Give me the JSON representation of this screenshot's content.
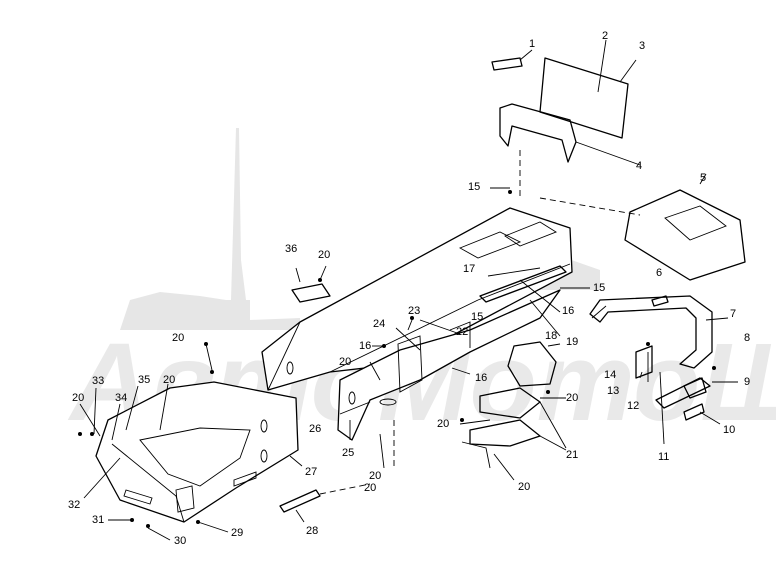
{
  "diagram": {
    "watermark": {
      "text": "АвтоМотоШкола",
      "color": "#e6e6e6"
    },
    "callouts": [
      {
        "id": "c1",
        "text": "1"
      },
      {
        "id": "c2",
        "text": "2"
      },
      {
        "id": "c3",
        "text": "3"
      },
      {
        "id": "c4",
        "text": "4"
      },
      {
        "id": "c5",
        "text": "5"
      },
      {
        "id": "c6",
        "text": "6"
      },
      {
        "id": "c7",
        "text": "7"
      },
      {
        "id": "c8",
        "text": "8"
      },
      {
        "id": "c9",
        "text": "9"
      },
      {
        "id": "c10",
        "text": "10"
      },
      {
        "id": "c11",
        "text": "11"
      },
      {
        "id": "c12",
        "text": "12"
      },
      {
        "id": "c13",
        "text": "13"
      },
      {
        "id": "c14",
        "text": "14"
      },
      {
        "id": "c15a",
        "text": "15"
      },
      {
        "id": "c15b",
        "text": "15"
      },
      {
        "id": "c15c",
        "text": "15"
      },
      {
        "id": "c16a",
        "text": "16"
      },
      {
        "id": "c16b",
        "text": "16"
      },
      {
        "id": "c16c",
        "text": "16"
      },
      {
        "id": "c17",
        "text": "17"
      },
      {
        "id": "c18",
        "text": "18"
      },
      {
        "id": "c19",
        "text": "19"
      },
      {
        "id": "c20a",
        "text": "20"
      },
      {
        "id": "c20b",
        "text": "20"
      },
      {
        "id": "c20c",
        "text": "20"
      },
      {
        "id": "c20d",
        "text": "20"
      },
      {
        "id": "c20e",
        "text": "20"
      },
      {
        "id": "c20f",
        "text": "20"
      },
      {
        "id": "c20g",
        "text": "20"
      },
      {
        "id": "c20h",
        "text": "20"
      },
      {
        "id": "c20i",
        "text": "20"
      },
      {
        "id": "c20j",
        "text": "20"
      },
      {
        "id": "c21",
        "text": "21"
      },
      {
        "id": "c22",
        "text": "22"
      },
      {
        "id": "c23",
        "text": "23"
      },
      {
        "id": "c24",
        "text": "24"
      },
      {
        "id": "c25",
        "text": "25"
      },
      {
        "id": "c26",
        "text": "26"
      },
      {
        "id": "c27",
        "text": "27"
      },
      {
        "id": "c28",
        "text": "28"
      },
      {
        "id": "c29",
        "text": "29"
      },
      {
        "id": "c30",
        "text": "30"
      },
      {
        "id": "c31",
        "text": "31"
      },
      {
        "id": "c32",
        "text": "32"
      },
      {
        "id": "c33",
        "text": "33"
      },
      {
        "id": "c34",
        "text": "34"
      },
      {
        "id": "c35",
        "text": "35"
      },
      {
        "id": "c36",
        "text": "36"
      }
    ]
  }
}
